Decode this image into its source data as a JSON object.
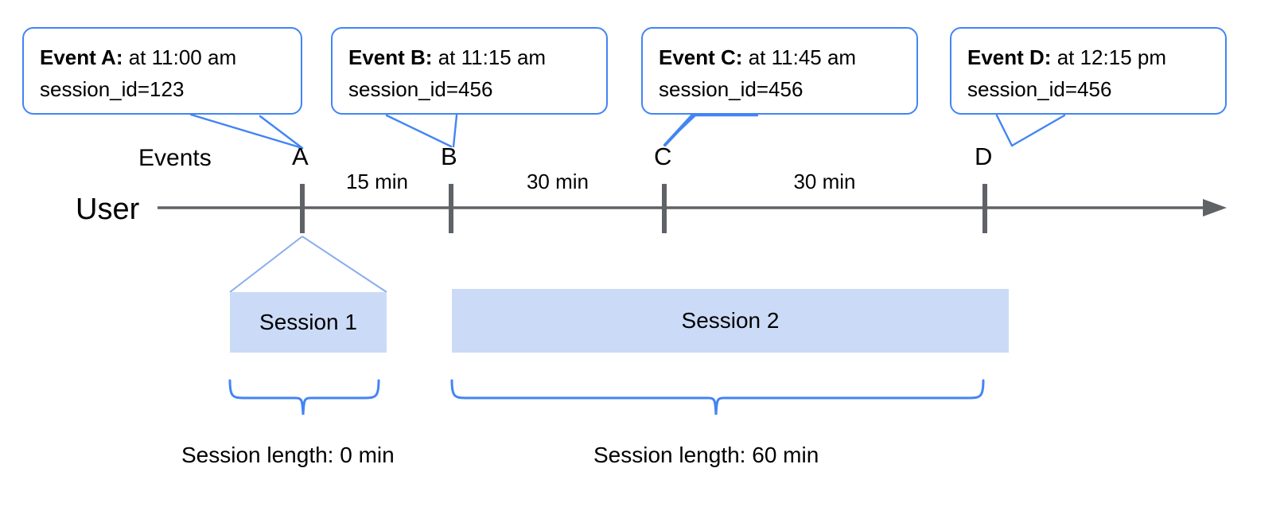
{
  "diagram": {
    "title": "User session timeline diagram",
    "accent_blue": "#4285f4",
    "session_fill": "#cbdbf7",
    "axis_color": "#5f6368"
  },
  "callouts": [
    {
      "id": "event-a",
      "bold": "Event A:",
      "time_text": " at 11:00 am",
      "session_line": "session_id=123"
    },
    {
      "id": "event-b",
      "bold": "Event B:",
      "time_text": " at 11:15 am",
      "session_line": "session_id=456"
    },
    {
      "id": "event-c",
      "bold": "Event C:",
      "time_text": " at 11:45 am",
      "session_line": "session_id=456"
    },
    {
      "id": "event-d",
      "bold": "Event D:",
      "time_text": " at 12:15 pm",
      "session_line": "session_id=456"
    }
  ],
  "axis": {
    "events_label": "Events",
    "user_label": "User",
    "markers": [
      "A",
      "B",
      "C",
      "D"
    ],
    "intervals": [
      "15 min",
      "30 min",
      "30 min"
    ]
  },
  "sessions": [
    {
      "id": "session-1",
      "label": "Session 1",
      "length_label": "Session length: 0 min"
    },
    {
      "id": "session-2",
      "label": "Session 2",
      "length_label": "Session length: 60 min"
    }
  ]
}
